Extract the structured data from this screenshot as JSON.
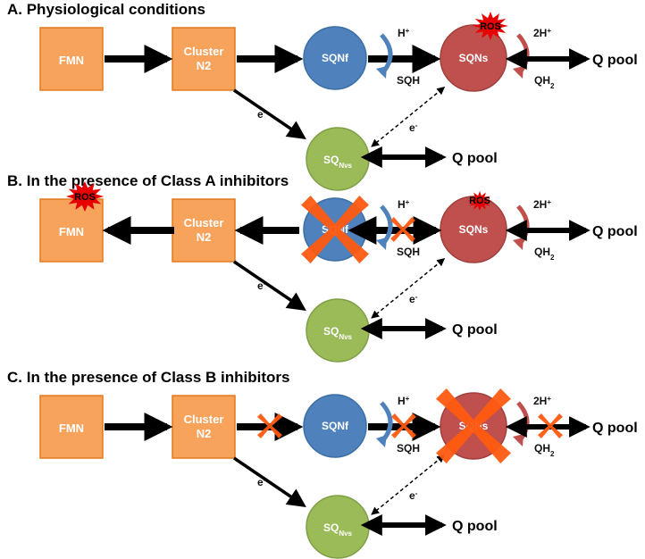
{
  "colors": {
    "fmn_fill": "#F7A35C",
    "fmn_stroke": "#E07B1F",
    "sqnf_fill": "#4F81BD",
    "sqns_fill": "#C0504D",
    "sqnvs_fill": "#9BBB59",
    "ros_fill": "#E60000",
    "cross_fill": "#FF5A10",
    "arrow": "#000000",
    "bend_blue": "#4F81BD",
    "bend_red": "#C0504D"
  },
  "labels": {
    "fmn": "FMN",
    "cluster_l1": "Cluster",
    "cluster_l2": "N2",
    "sqnf": "SQNf",
    "sqns": "SQNs",
    "sqnvs_main": "SQ",
    "sqnvs_sub": "Nvs",
    "electron": "e",
    "electron_sup": "-",
    "h_plus": "H",
    "h_plus_sup": "+",
    "sqh": "SQH",
    "two_h_plus": "2H",
    "two_h_plus_sup": "+",
    "qh2_main": "QH",
    "qh2_sub": "2",
    "q_pool": "Q pool",
    "ros": "ROS"
  },
  "panels": [
    {
      "title": "A. Physiological conditions"
    },
    {
      "title": "B. In the presence of Class A inhibitors"
    },
    {
      "title": "C. In the presence of Class B inhibitors"
    }
  ],
  "icons": {
    "ros": "ros-burst-icon",
    "inhibition": "inhibition-cross-icon"
  }
}
